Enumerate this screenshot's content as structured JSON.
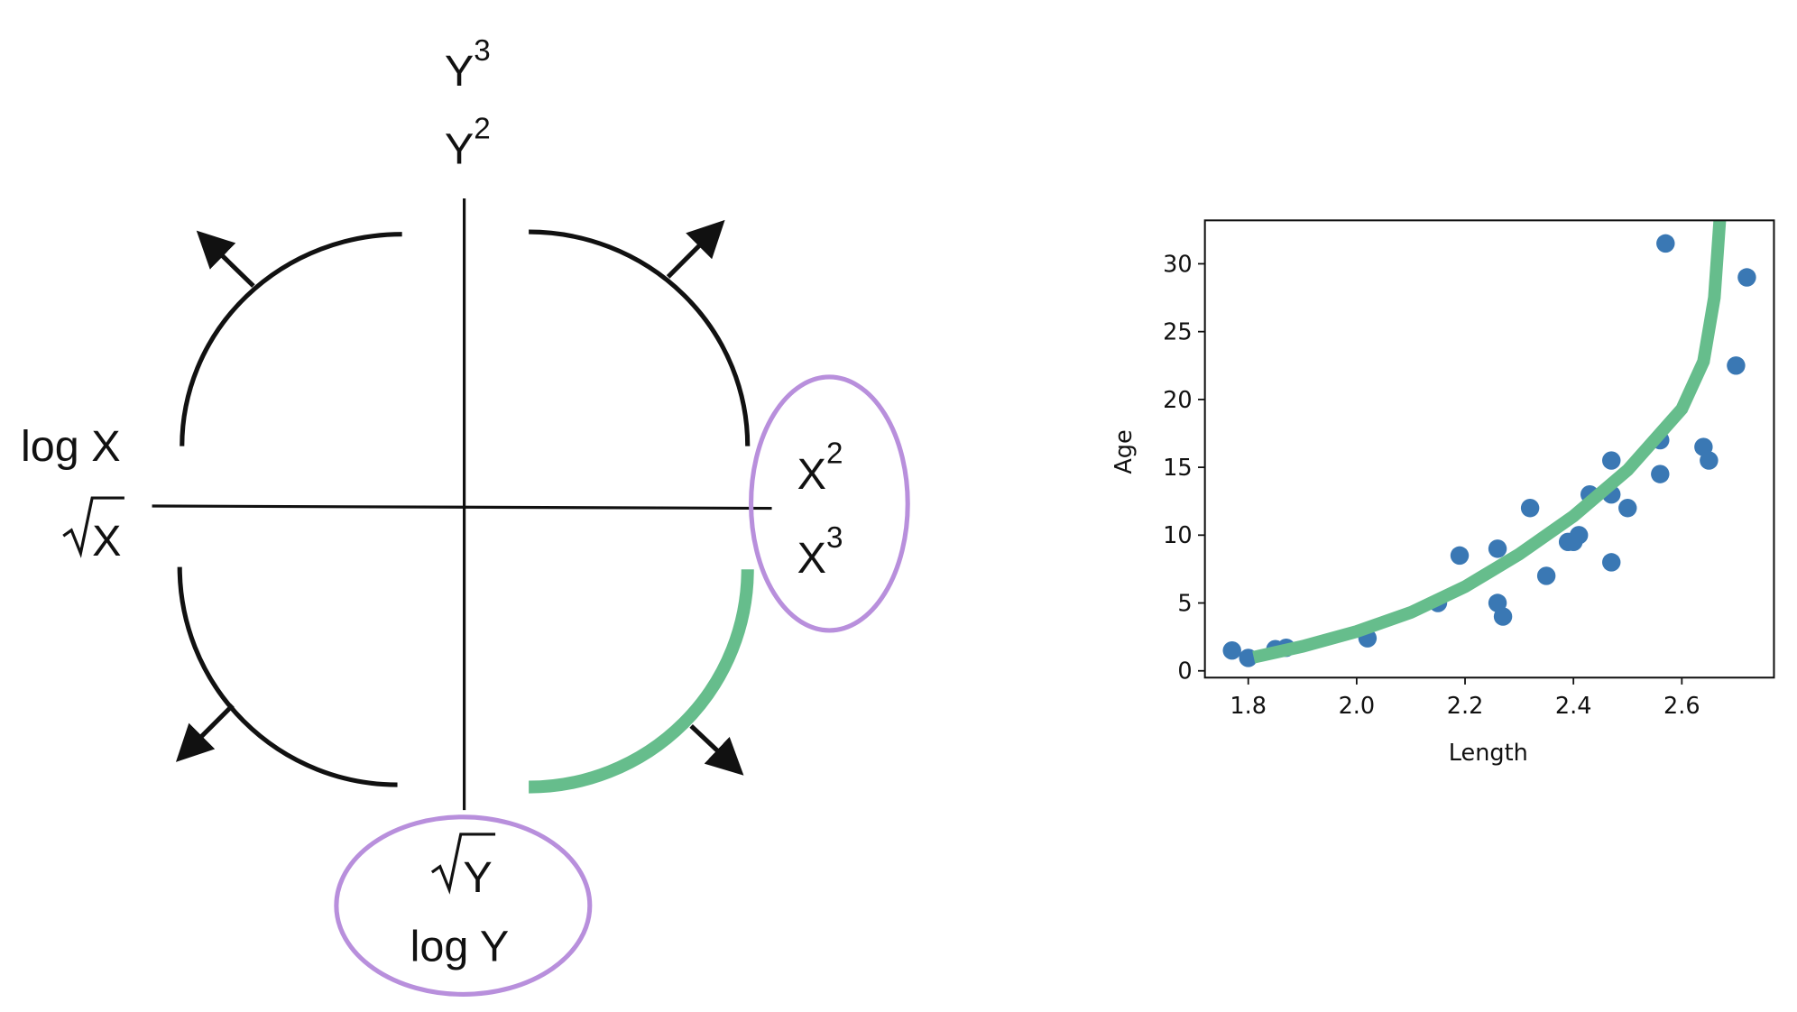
{
  "diagram": {
    "top_labels": {
      "y3_base": "Y",
      "y3_exp": "3",
      "y2_base": "Y",
      "y2_exp": "2"
    },
    "left_labels": {
      "logx": "log X",
      "sqrtx": "X"
    },
    "right_labels": {
      "x2_base": "X",
      "x2_exp": "2",
      "x3_base": "X",
      "x3_exp": "3"
    },
    "bottom_labels": {
      "sqrty": "Y",
      "logy": "log Y"
    },
    "colors": {
      "highlight_arc": "#66bd8c",
      "circle": "#b88fdc",
      "line": "#111111"
    }
  },
  "chart_data": {
    "type": "scatter",
    "title": "",
    "xlabel": "Length",
    "ylabel": "Age",
    "xlim": [
      1.72,
      2.77
    ],
    "ylim": [
      -0.5,
      33.2
    ],
    "xticks": [
      "1.8",
      "2.0",
      "2.2",
      "2.4",
      "2.6"
    ],
    "yticks": [
      "0",
      "5",
      "10",
      "15",
      "20",
      "25",
      "30"
    ],
    "grid": false,
    "point_color": "#3a78b4",
    "curve_color": "#66bd8c",
    "points": [
      [
        1.77,
        1.5
      ],
      [
        1.8,
        0.95
      ],
      [
        1.85,
        1.6
      ],
      [
        1.87,
        1.7
      ],
      [
        2.02,
        2.4
      ],
      [
        2.15,
        5.0
      ],
      [
        2.19,
        8.5
      ],
      [
        2.26,
        9.0
      ],
      [
        2.26,
        5.0
      ],
      [
        2.27,
        4.0
      ],
      [
        2.32,
        12.0
      ],
      [
        2.35,
        7.0
      ],
      [
        2.39,
        9.5
      ],
      [
        2.4,
        9.5
      ],
      [
        2.41,
        10.0
      ],
      [
        2.43,
        13.0
      ],
      [
        2.47,
        15.5
      ],
      [
        2.47,
        13.0
      ],
      [
        2.47,
        8.0
      ],
      [
        2.5,
        12.0
      ],
      [
        2.56,
        17.0
      ],
      [
        2.56,
        14.5
      ],
      [
        2.57,
        31.5
      ],
      [
        2.64,
        16.5
      ],
      [
        2.65,
        15.5
      ],
      [
        2.7,
        22.5
      ],
      [
        2.72,
        29.0
      ]
    ],
    "curve": [
      [
        1.81,
        1.0
      ],
      [
        1.9,
        1.8
      ],
      [
        2.0,
        2.9
      ],
      [
        2.1,
        4.3
      ],
      [
        2.2,
        6.2
      ],
      [
        2.3,
        8.6
      ],
      [
        2.4,
        11.4
      ],
      [
        2.5,
        14.8
      ],
      [
        2.6,
        19.3
      ],
      [
        2.64,
        22.8
      ],
      [
        2.66,
        27.5
      ],
      [
        2.67,
        33.2
      ]
    ]
  }
}
